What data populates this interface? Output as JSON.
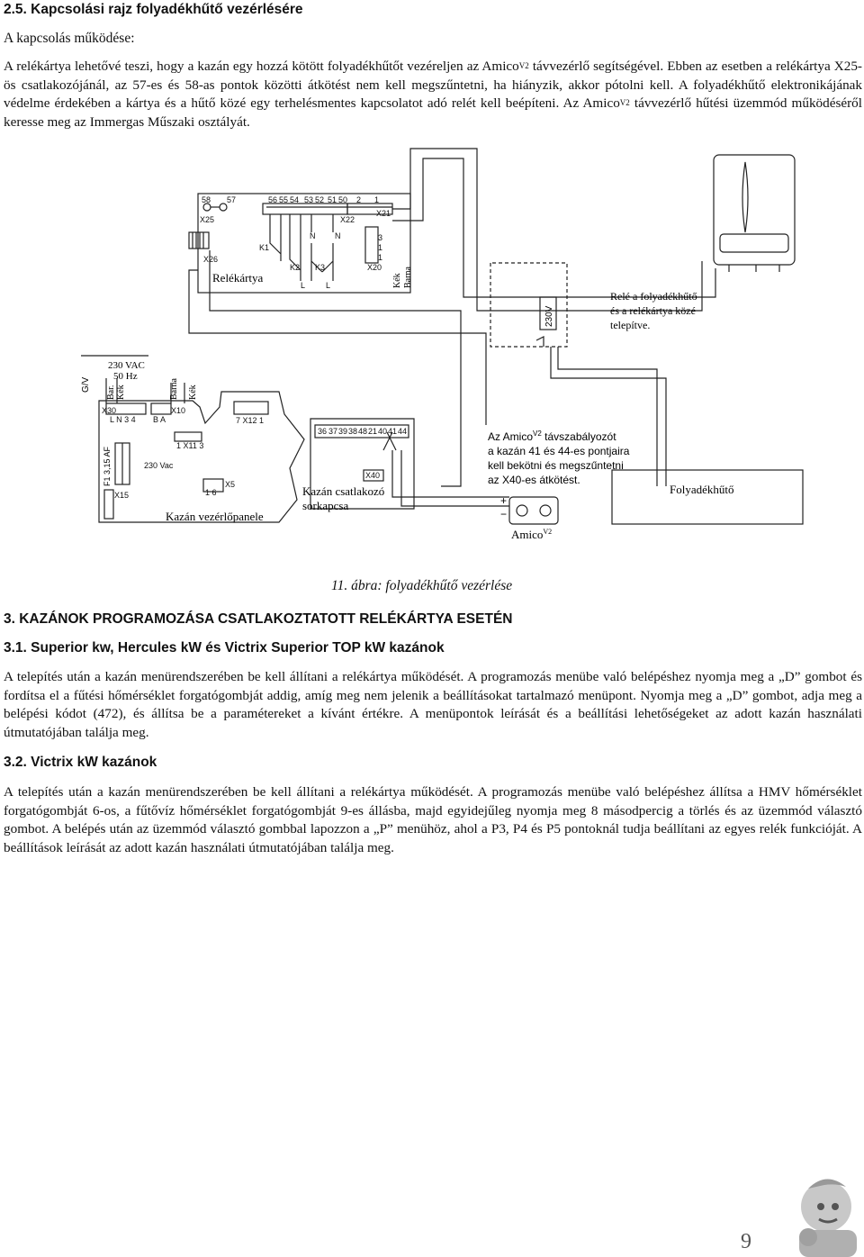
{
  "section": {
    "title": "2.5. Kapcsolási rajz folyadékhűtő vezérlésére",
    "subtitle": "A kapcsolás működése:",
    "p1a": "A relékártya lehetővé teszi, hogy a kazán egy hozzá kötött folyadékhűtőt vezéreljen az Amico",
    "p1b": " távvezérlő segítségével. Ebben az esetben a relékártya X25-ös csatlakozójánál, az 57-es és 58-as pontok közötti átkötést nem kell megszűntetni, ha hiányzik, akkor pótolni kell. A folyadékhűtő elektronikájának védelme érdekében a kártya és a hűtő közé egy terhelésmentes kapcsolatot adó relét kell beépíteni. Az Amico",
    "p1c": " távvezérlő hűtési üzemmód működéséről keresse meg az Immergas Műszaki osztályát.",
    "v2": "V2"
  },
  "diagram": {
    "relay_card": {
      "title": "Relékártya",
      "x25": "X25",
      "x26": "X26",
      "x21": "X21",
      "x22": "X22",
      "x20": "X20",
      "k1": "K1",
      "k2": "K2",
      "k3": "K3",
      "pins_top": [
        "58",
        "57",
        "56",
        "55",
        "54",
        "53",
        "52",
        "51",
        "50",
        "2",
        "1"
      ],
      "n1": "N",
      "n2": "N",
      "l1": "L",
      "l2": "L",
      "x20_pins": [
        "3",
        "1",
        "1"
      ],
      "wire_colors": [
        "Kék",
        "Barna"
      ]
    },
    "relay_note": "Relé a folyadékhűtő és a relékártya közé telepítve.",
    "relay_voltage": "230V",
    "supply": {
      "voltage": "230 VAC",
      "freq": "50 Hz",
      "gv": "G/V",
      "bar": "Bar.",
      "kek": "Kék",
      "barna": "Barna",
      "kek2": "Kék"
    },
    "panel": {
      "title": "Kazán vezérlőpanele",
      "x30": "X30",
      "x10": "X10",
      "x11": "X11",
      "x12": "X12",
      "x5": "X5",
      "x15": "X15",
      "fuse": "F1 3,15 AF",
      "vac": "230 Vac",
      "x30_pins": "L  N  3  4",
      "x10_pins": "B  A",
      "x11_pins": "1  X11  3",
      "x12_pins": "7  X12  1",
      "x5_pins": "1       6"
    },
    "terminal": {
      "title_line1": "Kazán csatlakozó",
      "title_line2": "sorkapcsa",
      "pins": [
        "36",
        "37",
        "39",
        "38",
        "48",
        "21",
        "40",
        "41",
        "44"
      ],
      "x40": "X40"
    },
    "amico_note": {
      "line1a": "Az Amico",
      "line1b": "  távszabályozót",
      "line2": "a kazán 41 és 44-es pontjaira",
      "line3": "kell bekötni és megszűntetni",
      "line4": "az X40-es átkötést.",
      "v2": "V2"
    },
    "chiller": "Folyadékhűtő",
    "amico_label": "Amico",
    "amico_v2": "V2",
    "plus": "+",
    "minus": "−"
  },
  "figure_caption": "11. ábra: folyadékhűtő vezérlése",
  "section3": {
    "title": "3. KAZÁNOK PROGRAMOZÁSA CSATLAKOZTATOTT RELÉKÁRTYA ESETÉN",
    "s31_title": "3.1. Superior kw, Hercules kW és Victrix Superior TOP kW kazánok",
    "s31_text": "A telepítés után a kazán menürendszerében be kell állítani a relékártya működését. A programozás menübe való belépéshez nyomja meg a „D” gombot és fordítsa el a fűtési hőmérséklet forgatógombját addig, amíg meg nem jelenik a beállításokat tartalmazó menüpont. Nyomja meg a „D” gombot, adja meg a belépési kódot (472), és állítsa be a paramétereket a kívánt értékre. A menüpontok leírását és a beállítási lehetőségeket az adott kazán használati útmutatójában találja meg.",
    "s32_title": "3.2. Victrix kW kazánok",
    "s32_text": "A telepítés után a kazán menürendszerében be kell állítani a relékártya működését. A programozás menübe való belépéshez állítsa a HMV hőmérséklet forgatógombját 6-os, a fűtővíz hőmérséklet forgatógombját 9-es állásba, majd egyidejűleg nyomja meg 8 másodpercig a törlés és az üzemmód választó gombot. A belépés után az üzemmód választó gombbal lapozzon a „P” menühöz, ahol a P3, P4 és P5 pontoknál tudja beállítani az egyes relék funkcióját. A beállítások leírását az adott kazán használati útmutatójában találja meg."
  },
  "page_number": "9"
}
